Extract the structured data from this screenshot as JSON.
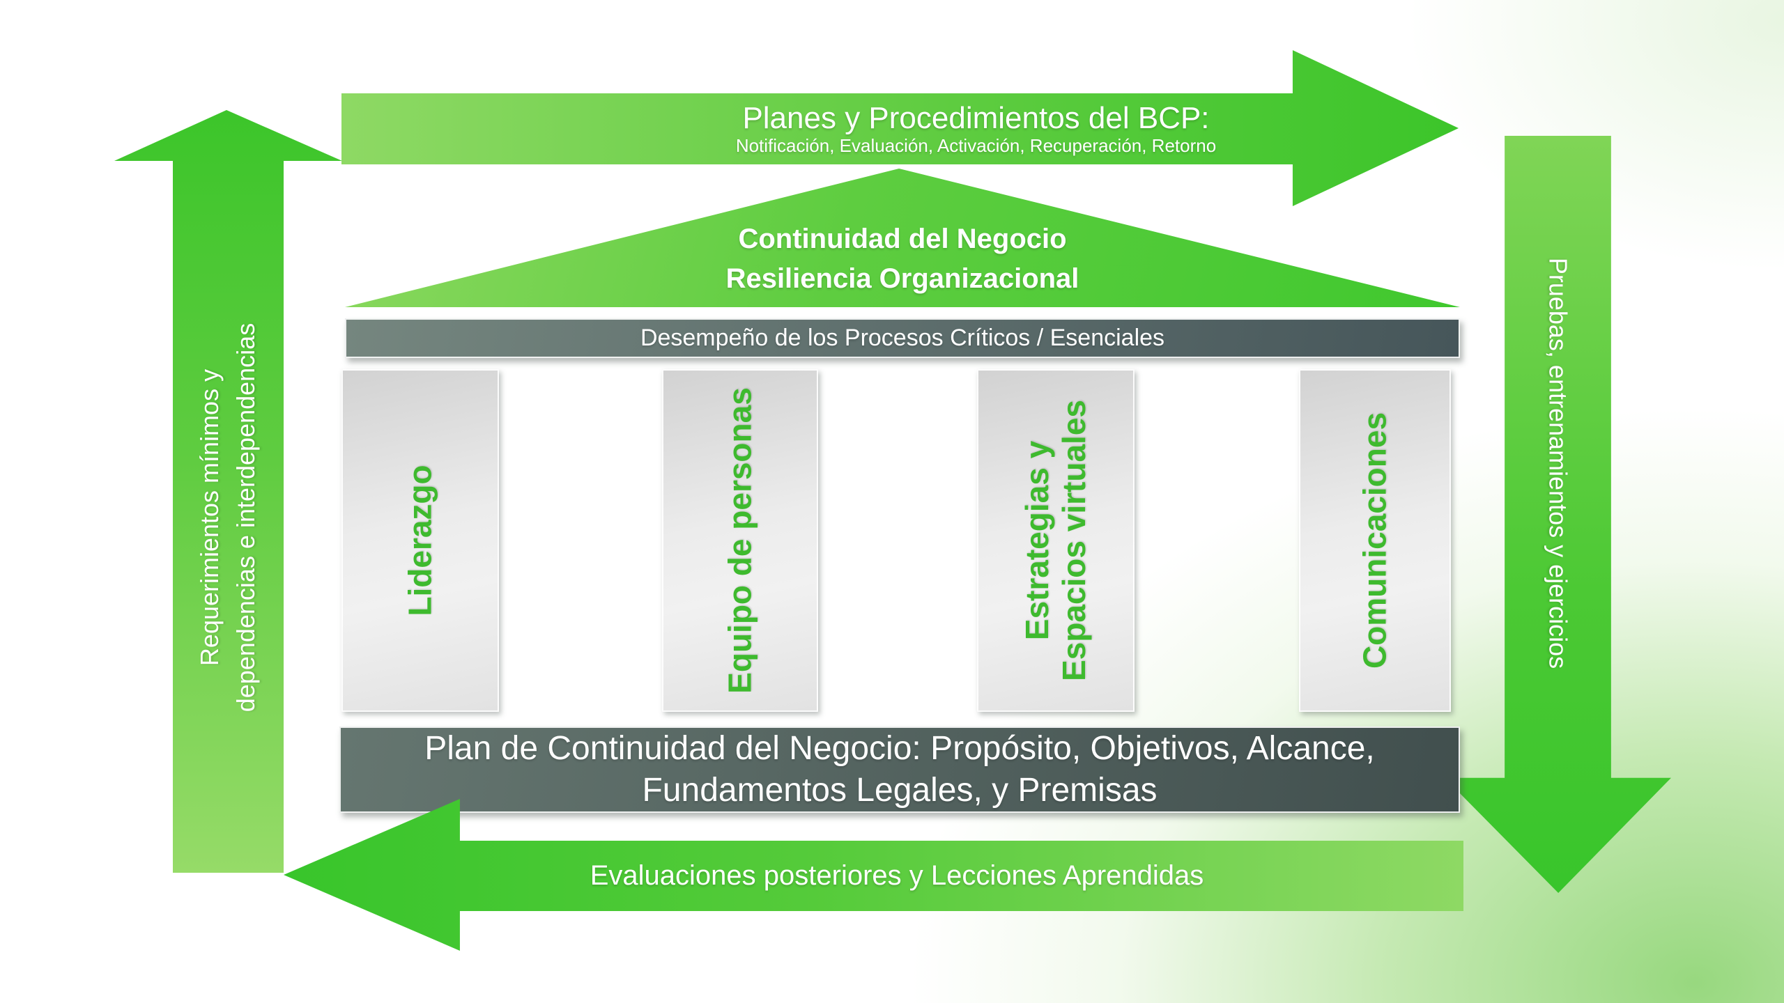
{
  "diagram": {
    "top_arrow": {
      "title": "Planes y Procedimientos del BCP:",
      "subtitle": "Notificación, Evaluación, Activación, Recuperación, Retorno"
    },
    "left_arrow": {
      "lines": [
        "Requerimientos mínimos y",
        "dependencias e interdependencias"
      ]
    },
    "right_arrow": {
      "label": "Pruebas, entrenamientos y ejercicios"
    },
    "bottom_arrow": {
      "label": "Evaluaciones posteriores y Lecciones Aprendidas"
    },
    "pediment": {
      "lines": [
        "Continuidad del Negocio",
        "Resiliencia Organizacional"
      ]
    },
    "architrave": {
      "label": "Desempeño de los Procesos Críticos / Esenciales"
    },
    "pillars": [
      {
        "lines": [
          "Liderazgo"
        ]
      },
      {
        "lines": [
          "Equipo de personas"
        ]
      },
      {
        "lines": [
          "Estrategias y",
          "Espacios virtuales"
        ]
      },
      {
        "lines": [
          "Comunicaciones"
        ]
      }
    ],
    "plinth": {
      "lines": [
        "Plan de Continuidad del Negocio: Propósito, Objetivos, Alcance,",
        "Fundamentos Legales, y Premisas"
      ]
    }
  },
  "colors": {
    "green_bright": "#3cc52a",
    "green_light": "#8ed964",
    "slate_light": "#75867f",
    "slate_dark": "#46565a",
    "pillar_text": "#3eba2e",
    "background_glow": "#92d678"
  }
}
